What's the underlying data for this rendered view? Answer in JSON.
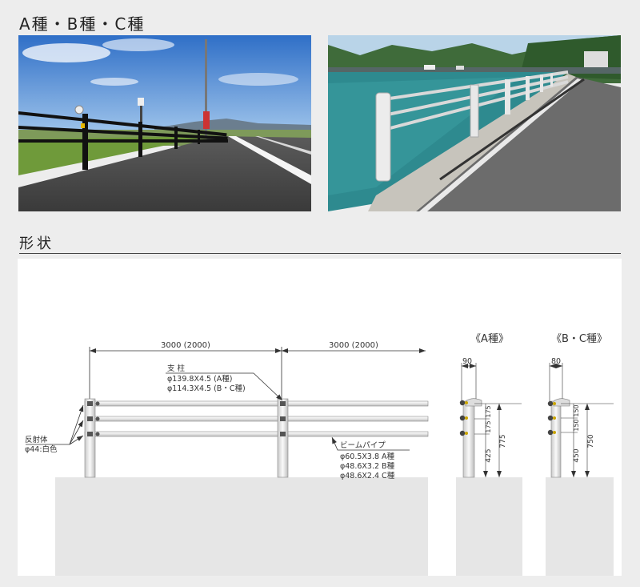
{
  "header": {
    "title": "A種・B種・C種"
  },
  "photos": [
    {
      "name": "photo-roadside-guardpipe-black"
    },
    {
      "name": "photo-riverside-guardpipe-white"
    }
  ],
  "section": {
    "title": "形状"
  },
  "drawing": {
    "span_label_left": "3000 (2000)",
    "span_label_right": "3000 (2000)",
    "post_title": "支  柱",
    "post_spec_a": "φ139.8X4.5 (A種)",
    "post_spec_bc": "φ114.3X4.5 (B・C種)",
    "reflector_title": "反射体",
    "reflector_spec": "φ44:白色",
    "beam_title": "ビームパイプ",
    "beam_spec_a": "φ60.5X3.8  A種",
    "beam_spec_b": "φ48.6X3.2  B種",
    "beam_spec_c": "φ48.6X2.4  C種"
  },
  "section_a": {
    "title": "《A種》",
    "width_dim": "90",
    "dim_175a": "175",
    "dim_175b": "175",
    "dim_425": "425",
    "dim_775": "775"
  },
  "section_bc": {
    "title": "《B・C種》",
    "width_dim": "80",
    "dim_150a": "150",
    "dim_150b": "150",
    "dim_450": "450",
    "dim_750": "750"
  }
}
